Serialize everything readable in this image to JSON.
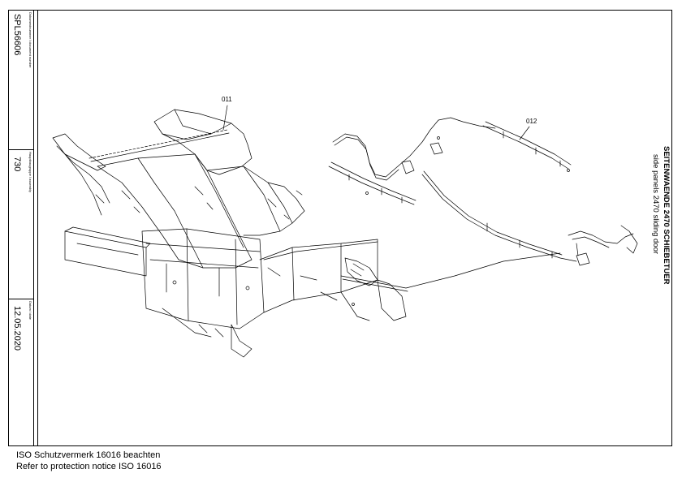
{
  "title_block": {
    "doc_number_label": "Dokumentnummer / document number",
    "doc_number": "SPL56606",
    "assembly_label": "Hauptbaugruppe / assembly",
    "assembly": "730",
    "date_label": "Datum / date",
    "date": "12.05.2020"
  },
  "drawing": {
    "title_de": "SEITENWAENDE 2470 SCHIEBETUER",
    "title_en": "side panels 2470 sliding door",
    "parts": [
      {
        "label": "011"
      },
      {
        "label": "012"
      }
    ]
  },
  "footer": {
    "line1": "ISO Schutzvermerk 16016 beachten",
    "line2": "Refer to protection notice ISO 16016"
  }
}
